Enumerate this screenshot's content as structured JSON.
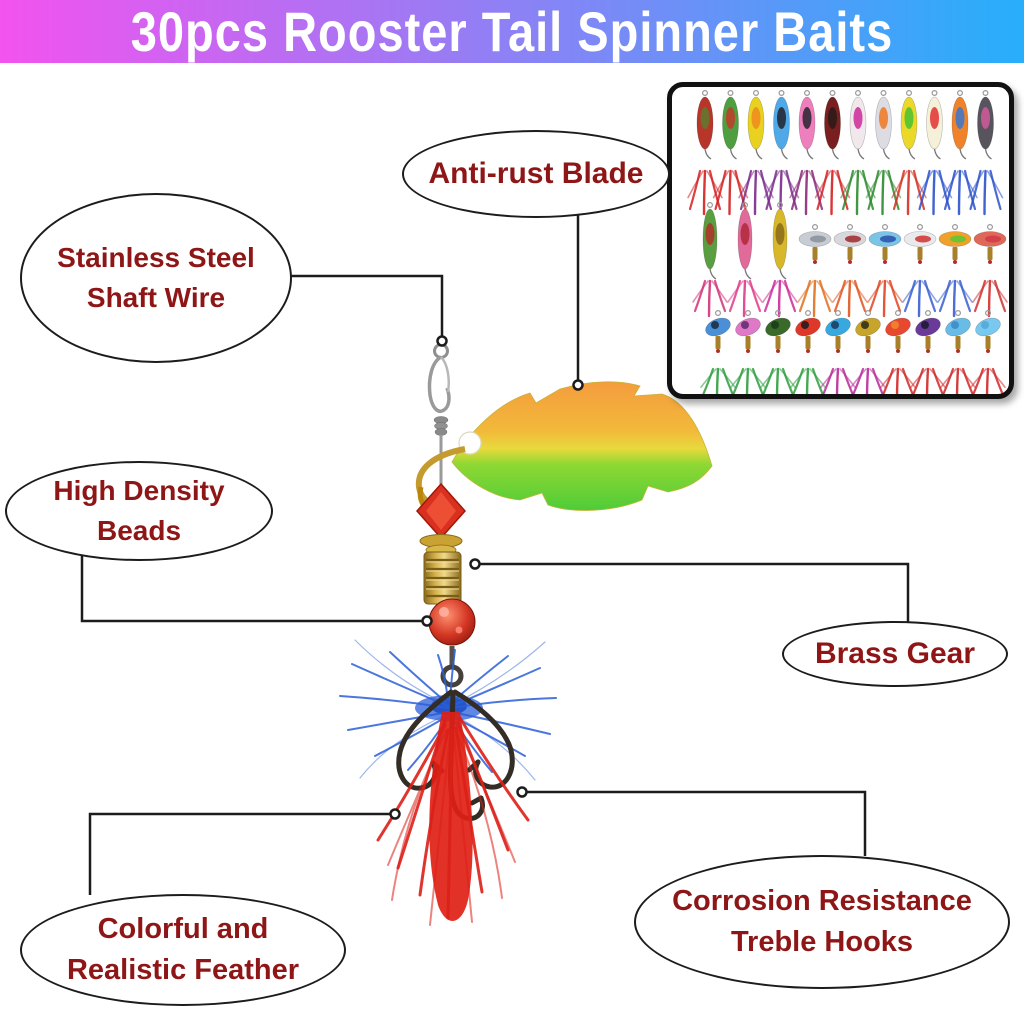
{
  "banner": {
    "title": "30pcs Rooster Tail Spinner Baits",
    "bg_gradient_left": "#F353EF",
    "bg_gradient_right": "#27AFFB",
    "text_color": "#FFFFFF"
  },
  "callouts": {
    "blade": {
      "line1": "Anti-rust Blade"
    },
    "shaft": {
      "line1": "Stainless Steel",
      "line2": "Shaft Wire"
    },
    "beads": {
      "line1": "High Density",
      "line2": "Beads"
    },
    "gear": {
      "line1": "Brass Gear"
    },
    "feather": {
      "line1": "Colorful and",
      "line2": "Realistic Feather"
    },
    "hooks": {
      "line1": "Corrosion Resistance",
      "line2": "Treble Hooks"
    }
  },
  "style": {
    "label_color": "#8E1616",
    "connector_color": "#1C1C1C",
    "ellipse_bg": "#FFFFFF",
    "banner_left": "#F353EF",
    "banner_right": "#27AFFB"
  },
  "lure": {
    "blade_gradient": [
      "#F49C3E",
      "#E8D93C",
      "#4ECC38"
    ],
    "faceted_bead_color": "#D93020",
    "round_bead_color": "#C23522",
    "brass_color": "#C9A232",
    "wire_color": "#9A9A9A",
    "hook_color": "#332D26",
    "feather_top_color": "#2B5FD9",
    "feather_bottom_color": "#DC2018"
  },
  "inset": {
    "description": "photo grid of 30 assorted rooster tail spinner baits with feathered treble hooks",
    "rows": [
      [
        {
          "s": "spoon",
          "b": "#b8352a",
          "a": "#5d7a2e",
          "f": "#d42020"
        },
        {
          "s": "spoon",
          "b": "#4f9e3f",
          "a": "#c23b2a",
          "f": "#d42020"
        },
        {
          "s": "spoon",
          "b": "#e8d21f",
          "a": "#f08a1e",
          "f": "#7a2a8a"
        },
        {
          "s": "spoon",
          "b": "#4fa8e8",
          "a": "#22222a",
          "f": "#7a2a8a"
        },
        {
          "s": "spoon",
          "b": "#ef7fbc",
          "a": "#2a2230",
          "f": "#8a2a7a"
        },
        {
          "s": "spoon",
          "b": "#7a1f1f",
          "a": "#2a1a1a",
          "f": "#d42020"
        },
        {
          "s": "spoon",
          "b": "#f0e8ea",
          "a": "#cc2a9a",
          "f": "#2e8a2e"
        },
        {
          "s": "spoon",
          "b": "#dcdce2",
          "a": "#f07820",
          "f": "#2e8a2e"
        },
        {
          "s": "spoon",
          "b": "#ecd829",
          "a": "#48c232",
          "f": "#d43020"
        },
        {
          "s": "spoon",
          "b": "#f5f0d8",
          "a": "#e03030",
          "f": "#2a52cc"
        },
        {
          "s": "spoon",
          "b": "#f0832a",
          "a": "#3a78d0",
          "f": "#2a52cc"
        },
        {
          "s": "spoon",
          "b": "#58545e",
          "a": "#d05a9a",
          "f": "#2a52cc"
        }
      ],
      [
        {
          "s": "spoon2",
          "b": "#5a9e42",
          "a": "#b03028",
          "f": "#d0337a"
        },
        {
          "s": "spoon2",
          "b": "#e06a9a",
          "a": "#b02838",
          "f": "#e03a8a"
        },
        {
          "s": "spoon2",
          "b": "#d8b82a",
          "a": "#8a6a1a",
          "f": "#cc2a9a"
        },
        {
          "s": "hblade",
          "b": "#c8ccd4",
          "a": "#8a8f98",
          "f": "#e07020"
        },
        {
          "s": "hblade",
          "b": "#d8d8dc",
          "a": "#a02828",
          "f": "#e05520"
        },
        {
          "s": "hblade",
          "b": "#7ac4e8",
          "a": "#2a4fa8",
          "f": "#e04520"
        },
        {
          "s": "hblade",
          "b": "#e8eaec",
          "a": "#d03030",
          "f": "#3a5fd0"
        },
        {
          "s": "hblade",
          "b": "#f0a12a",
          "a": "#58c832",
          "f": "#3a5fd0"
        },
        {
          "s": "hblade",
          "b": "#e06858",
          "a": "#d03848",
          "f": "#d03030"
        }
      ],
      [
        {
          "s": "oval",
          "b": "#4a90d8",
          "a": "#1a2a3a",
          "f": "#2e9e3e"
        },
        {
          "s": "oval",
          "b": "#e078c8",
          "a": "#5a2a6a",
          "f": "#2e9e3e"
        },
        {
          "s": "oval",
          "b": "#3a6a2a",
          "a": "#1a3a1a",
          "f": "#2e9e3e"
        },
        {
          "s": "oval",
          "b": "#e03828",
          "a": "#1a1a1a",
          "f": "#30a040"
        },
        {
          "s": "oval",
          "b": "#38a8e0",
          "a": "#1a3a5a",
          "f": "#b82a9a"
        },
        {
          "s": "oval",
          "b": "#c8a42a",
          "a": "#2a2a1a",
          "f": "#b82a9a"
        },
        {
          "s": "oval",
          "b": "#e84830",
          "a": "#f08a2a",
          "f": "#d02828"
        },
        {
          "s": "oval",
          "b": "#6a3a9a",
          "a": "#1a1a2a",
          "f": "#d02828"
        },
        {
          "s": "oval",
          "b": "#6abce8",
          "a": "#3a8ac8",
          "f": "#d02828"
        },
        {
          "s": "oval",
          "b": "#78c8f0",
          "a": "#50a8d8",
          "f": "#d02828"
        }
      ]
    ]
  }
}
